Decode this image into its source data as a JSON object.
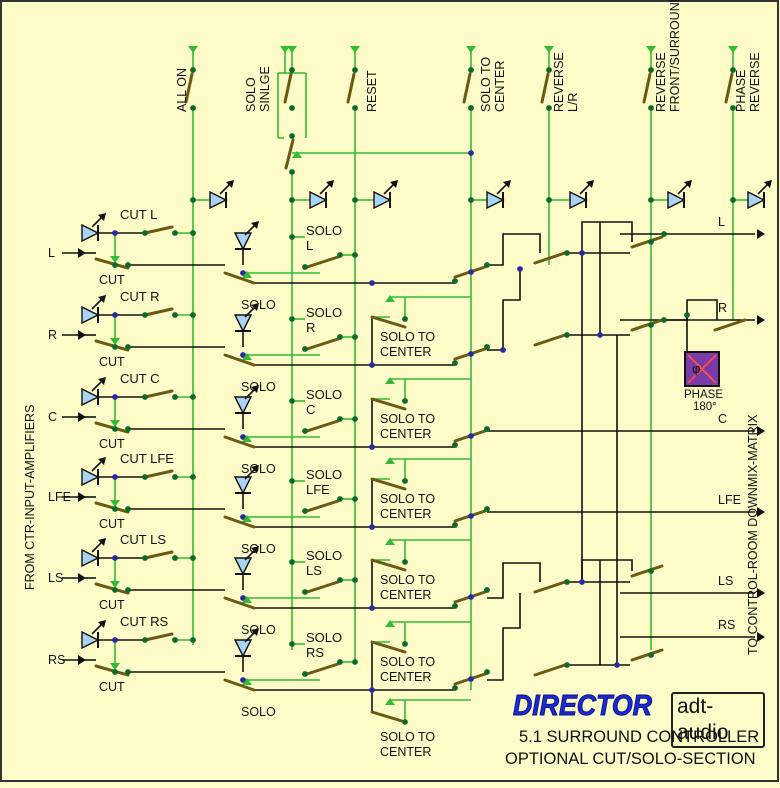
{
  "colors": {
    "background": "#fdfbc8",
    "border": "#333333",
    "wire_green": "#33bb33",
    "wire_black": "#111111",
    "node_blue": "#2a2aa0",
    "node_green": "#0a6a2a",
    "switch_arm": "#6b5a12",
    "led_fill": "#a9d4f5",
    "brand_blue": "#1a2ad8",
    "phase_box": "#7a3aa8"
  },
  "top_switches": [
    {
      "label": "ALL ON"
    },
    {
      "label": "SOLO\nSINLGE"
    },
    {
      "label": "RESET"
    },
    {
      "label": "SOLO TO\nCENTER"
    },
    {
      "label": "REVERSE\nL/R"
    },
    {
      "label": "REVERSE\nFRONT/SURROUND"
    },
    {
      "label": "PHASE\nREVERSE"
    }
  ],
  "channels": [
    {
      "input": "L",
      "cut": "CUT L",
      "solo": "SOLO\nL"
    },
    {
      "input": "R",
      "cut": "CUT R",
      "solo": "SOLO\nR"
    },
    {
      "input": "C",
      "cut": "CUT C",
      "solo": "SOLO\nC"
    },
    {
      "input": "LFE",
      "cut": "CUT LFE",
      "solo": "SOLO\nLFE"
    },
    {
      "input": "LS",
      "cut": "CUT LS",
      "solo": "SOLO\nLS"
    },
    {
      "input": "RS",
      "cut": "CUT RS",
      "solo": "SOLO\nRS"
    }
  ],
  "contact_labels": {
    "cut": "CUT",
    "solo": "SOLO",
    "solo_to_center": "SOLO TO\nCENTER"
  },
  "outputs": [
    "L",
    "R",
    "C",
    "LFE",
    "LS",
    "RS"
  ],
  "left_caption": "FROM CTR-INPUT-AMPLIFIERS",
  "right_caption": "TO CONTROL-ROOM DOWNMIX-MATRIX",
  "phase": {
    "label": "PHASE",
    "degrees": "180°",
    "symbol": "φ"
  },
  "brand": {
    "name": "DIRECTOR",
    "maker": "adt-audio",
    "product": "5.1 SURROUND CONTROLLER",
    "section": "OPTIONAL CUT/SOLO-SECTION"
  }
}
